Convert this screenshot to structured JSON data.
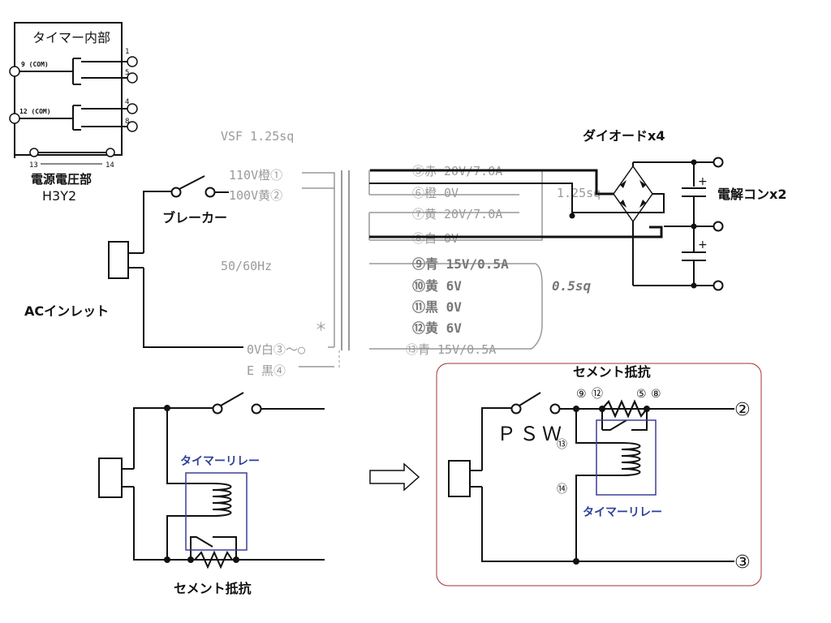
{
  "timer_box": {
    "title": "タイマー内部",
    "com1": "9 (COM)",
    "com2": "12 (COM)",
    "pin1": "1",
    "pin5": "5",
    "pin4": "4",
    "pin8": "8",
    "pin13": "13",
    "pin14": "14",
    "power_label": "電源電圧部",
    "model": "H3Y2"
  },
  "transformer": {
    "wire_spec": "VSF 1.25sq",
    "primary": [
      "110V橙①",
      "100V黄②",
      "0V白③～○",
      "E 黒④"
    ],
    "frequency": "50/60Hz",
    "star": "＊",
    "secondary": [
      "⑤赤 20V/7.0A",
      "⑥橙  0V",
      "⑦黄 20V/7.0A",
      "⑧白  0V",
      "⑨青 15V/0.5A",
      "⑩黄  6V",
      "⑪黒  0V",
      "⑫黄  6V",
      "⑬青 15V/0.5A"
    ],
    "size_125": "1.25sq",
    "size_05": "0.5sq"
  },
  "labels": {
    "breaker": "ブレーカー",
    "ac_inlet": "ACインレット",
    "diode": "ダイオードx4",
    "capacitor": "電解コンx2",
    "plus": "+",
    "timer_relay": "タイマーリレー",
    "cement_resistor": "セメント抵抗",
    "psw": "ＰＳＷ",
    "pin9": "⑨",
    "pin12": "⑫",
    "pin5": "⑤",
    "pin8": "⑧",
    "pin13": "⑬",
    "pin14": "⑭",
    "out2": "②",
    "out3": "③"
  },
  "colors": {
    "relay_box": "#3b3f9a",
    "border_red": "#a33333"
  }
}
